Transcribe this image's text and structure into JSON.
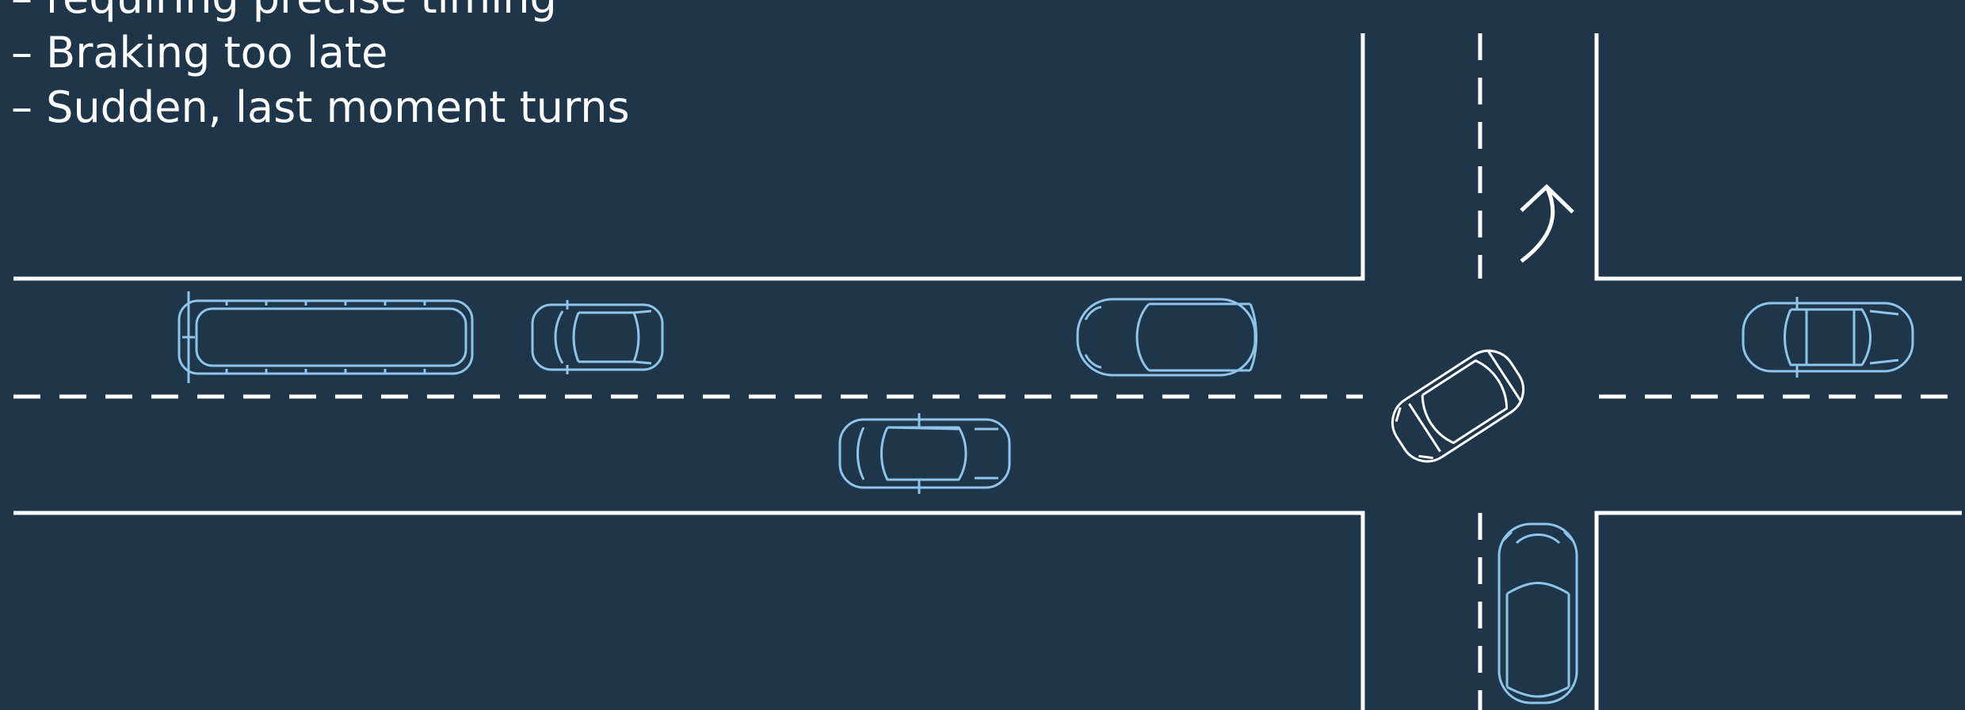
{
  "notes": {
    "items": [
      "– requiring precise timing",
      "– Braking too late",
      "– Sudden, last moment turns"
    ]
  },
  "colors": {
    "background": "#1f364a",
    "road_markings": "#ffffff",
    "traffic_vehicles": "#8ec4ea",
    "highlighted_vehicle": "#ffffff"
  },
  "icons": {
    "direction": "curved-arrow-up-icon"
  }
}
